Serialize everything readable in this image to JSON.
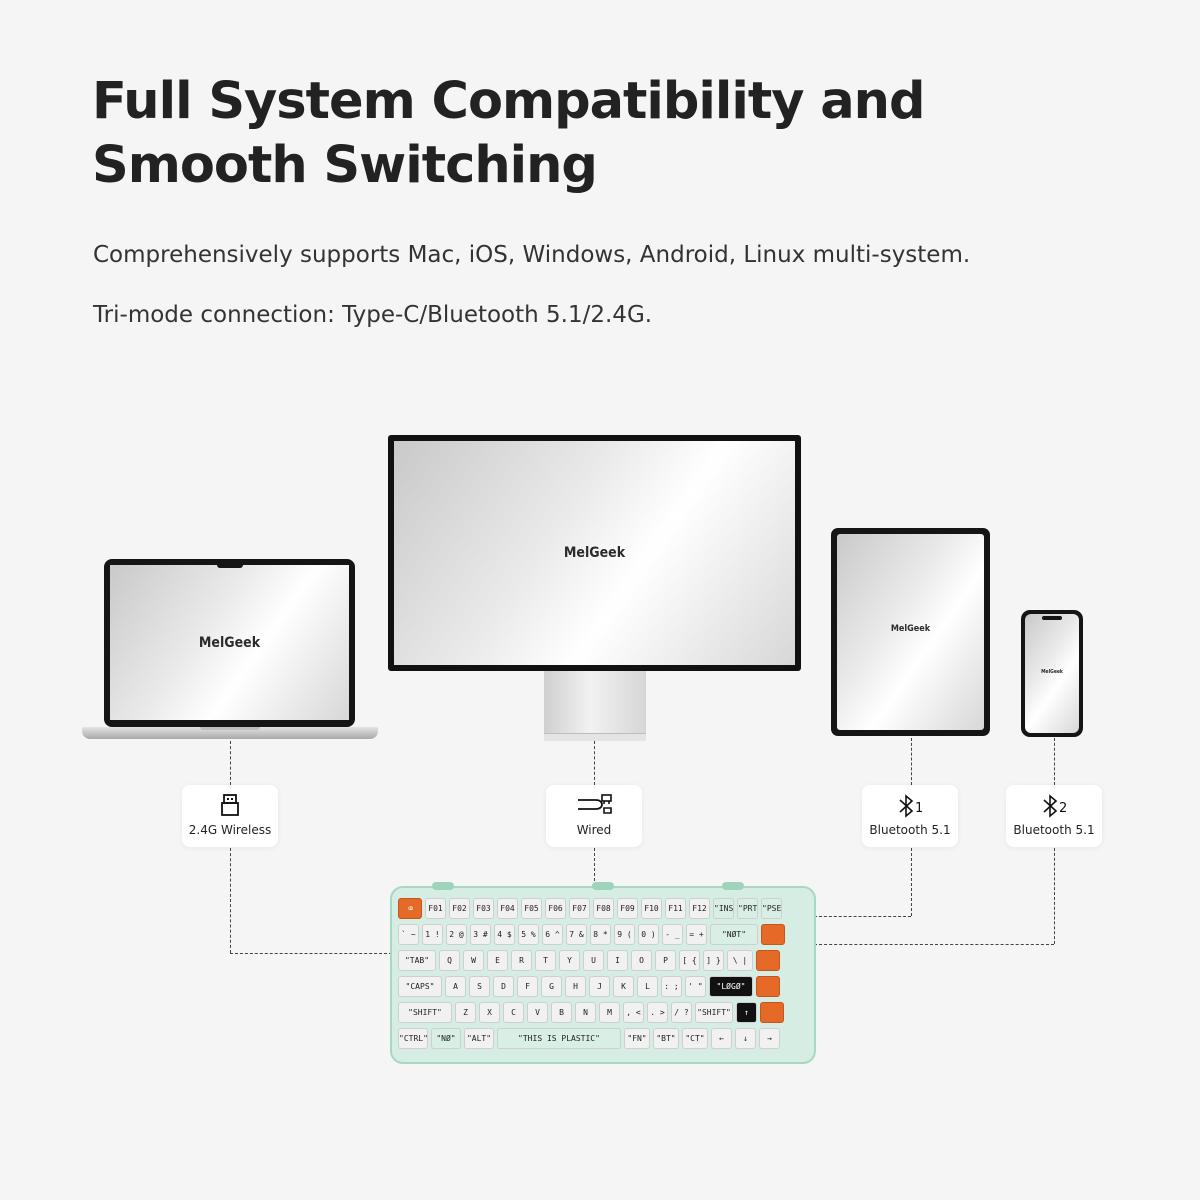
{
  "headline": {
    "line1": "Full System Compatibility and",
    "line2": "Smooth Switching"
  },
  "subtitle1": "Comprehensively supports Mac, iOS, Windows, Android, Linux multi-system.",
  "subtitle2": "Tri-mode connection: Type-C/Bluetooth 5.1/2.4G.",
  "devices": {
    "laptop": {
      "brand": "MelGeek"
    },
    "monitor": {
      "brand": "MelGeek"
    },
    "tablet": {
      "brand": "MelGeek"
    },
    "phone": {
      "brand": "MelGeek"
    }
  },
  "connections": [
    {
      "icon": "usb-dongle-icon",
      "glyph": "⊓",
      "label": "2.4G Wireless"
    },
    {
      "icon": "cable-icon",
      "glyph": "⇌",
      "label": "Wired"
    },
    {
      "icon": "bluetooth-icon",
      "glyph": "ᛒ1",
      "label": "Bluetooth 5.1"
    },
    {
      "icon": "bluetooth-icon",
      "glyph": "ᛒ2",
      "label": "Bluetooth 5.1"
    }
  ],
  "keyboard": {
    "rows": [
      [
        "⌫",
        "F01",
        "F02",
        "F03",
        "F04",
        "F05",
        "F06",
        "F07",
        "F08",
        "F09",
        "F10",
        "F11",
        "F12",
        "\"INS\"",
        "\"PRT\"",
        "\"PSE\""
      ],
      [
        "` ~",
        "1 !",
        "2 @",
        "3 #",
        "4 $",
        "5 %",
        "6 ^",
        "7 &",
        "8 *",
        "9 (",
        "0 )",
        "- _",
        "= +",
        "\"NØT\"",
        ""
      ],
      [
        "\"TAB\"",
        "Q",
        "W",
        "E",
        "R",
        "T",
        "Y",
        "U",
        "I",
        "O",
        "P",
        "[ {",
        "] }",
        "\\ |",
        ""
      ],
      [
        "\"CAPS\"",
        "A",
        "S",
        "D",
        "F",
        "G",
        "H",
        "J",
        "K",
        "L",
        ": ;",
        "' \"",
        "\"LØGØ\"",
        ""
      ],
      [
        "\"SHIFT\"",
        "Z",
        "X",
        "C",
        "V",
        "B",
        "N",
        "M",
        ", <",
        ". >",
        "/ ?",
        "\"SHIFT\"",
        "↑",
        ""
      ],
      [
        "\"CTRL\"",
        "\"NØ\"",
        "\"ALT\"",
        "\"THIS IS PLASTIC\"",
        "\"FN\"",
        "\"BT\"",
        "\"CT\"",
        "←",
        "↓",
        "→"
      ]
    ]
  },
  "colors": {
    "background": "#f5f5f5",
    "accent_orange": "#e56a27",
    "keyboard_case": "#bae5d4"
  }
}
